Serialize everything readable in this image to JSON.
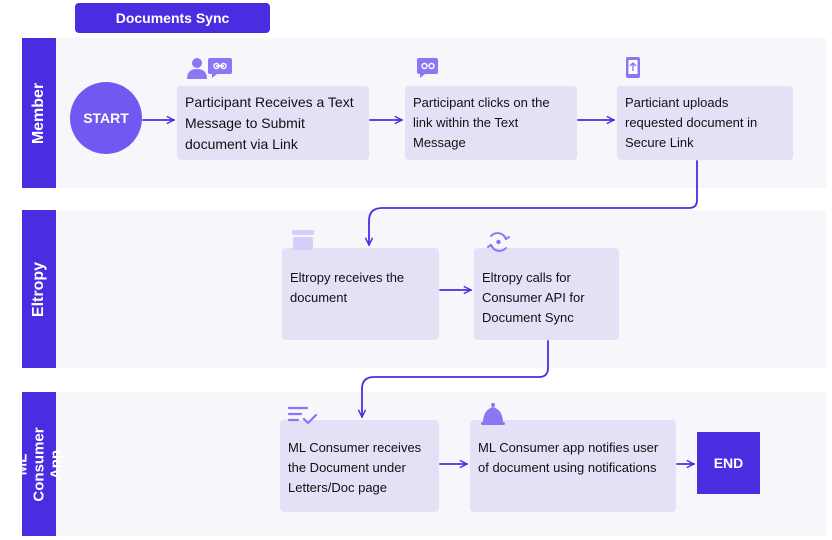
{
  "title": "Documents Sync",
  "lanes": {
    "member": "Member",
    "eltropy": "Eltropy",
    "consumer": "ML Consumer App"
  },
  "start_label": "START",
  "end_label": "END",
  "steps": {
    "s1": "Participant Receives a Text Message to Submit document via Link",
    "s2": "Participant clicks on the link within the Text Message",
    "s3": "Particiant uploads requested document in Secure Link",
    "s4": "Eltropy receives the document",
    "s5": "Eltropy calls for Consumer API for Document Sync",
    "s6": "ML Consumer receives the Document under Letters/Doc page",
    "s7": "ML Consumer app notifies user of document using notifications"
  },
  "colors": {
    "primary": "#4a2de0",
    "circle": "#7357f1",
    "box": "#e4e1f7",
    "icon": "#8b76f4",
    "lane_bg": "#f6f6fb"
  },
  "icons": [
    "user-icon",
    "chat-link-icon",
    "upload-phone-icon",
    "archive-icon",
    "sync-icon",
    "checklist-icon",
    "bell-icon"
  ]
}
